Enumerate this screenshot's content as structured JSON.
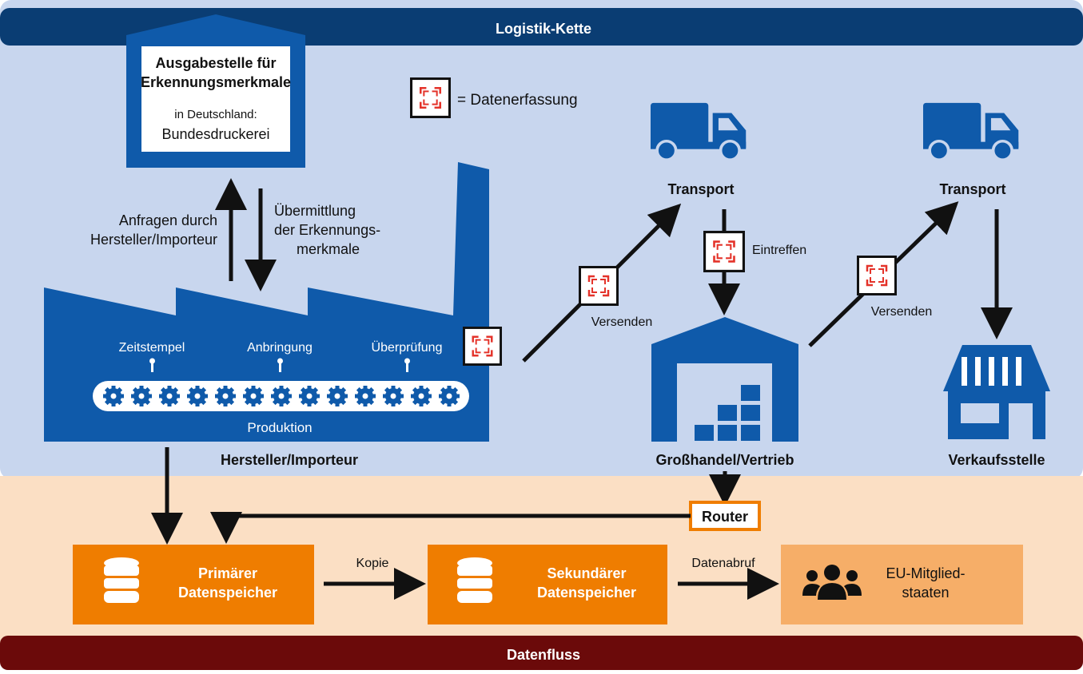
{
  "header": {
    "title": "Logistik-Kette"
  },
  "footer": {
    "title": "Datenfluss"
  },
  "issuer": {
    "title_line1": "Ausgabestelle für",
    "title_line2": "Erkennungsmerkmale",
    "sub_line1": "in Deutschland:",
    "sub_line2": "Bundesdruckerei"
  },
  "legend": {
    "text": "= Datenerfassung"
  },
  "requests": {
    "line1": "Anfragen durch",
    "line2": "Hersteller/Importeur"
  },
  "transmission": {
    "line1": "Übermittlung",
    "line2": "der Erkennungs-",
    "line3": "merkmale"
  },
  "factory": {
    "steps": [
      "Zeitstempel",
      "Anbringung",
      "Überprüfung"
    ],
    "conveyor_label": "Produktion",
    "caption": "Hersteller/Importeur"
  },
  "flow": {
    "send1": "Versenden",
    "send2": "Versenden",
    "arrival": "Eintreffen",
    "transport1": "Transport",
    "transport2": "Transport",
    "warehouse": "Großhandel/Vertrieb",
    "shop": "Verkaufsstelle"
  },
  "router": {
    "label": "Router"
  },
  "storage": {
    "primary_line1": "Primärer",
    "primary_line2": "Datenspeicher",
    "secondary_line1": "Sekundärer",
    "secondary_line2": "Datenspeicher",
    "eu_line1": "EU-Mitglied-",
    "eu_line2": "staaten",
    "copy": "Kopie",
    "retrieval": "Datenabruf"
  },
  "colors": {
    "navy": "#0a3d73",
    "blue": "#0f5aaa",
    "light_blue_bg": "#c8d6ee",
    "peach_bg": "#fbdfc4",
    "orange": "#ef7d00",
    "light_orange": "#f6ae68",
    "dark_red": "#6b0a0a",
    "scan_red": "#e4332a"
  }
}
